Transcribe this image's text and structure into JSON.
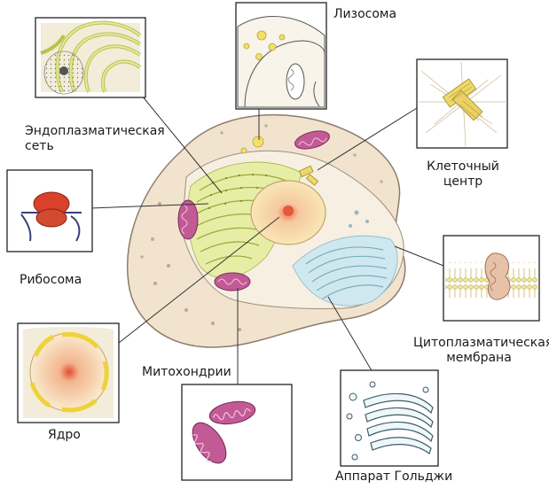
{
  "labels": {
    "lysosome": "Лизосома",
    "er_line1": "Эндоплазматическая",
    "er_line2": "сеть",
    "centrosome_line1": "Клеточный",
    "centrosome_line2": "центр",
    "ribosome": "Рибосома",
    "membrane_line1": "Цитоплазматическая",
    "membrane_line2": "мембрана",
    "mitochondria": "Митохондрии",
    "nucleus": "Ядро",
    "golgi": "Аппарат Гольджи"
  },
  "colors": {
    "cytoplasm": "#f2e3cf",
    "cell_outline": "#8b7d6b",
    "er": "#dfe89a",
    "nucleus": "#f4e0a6",
    "nucleolus": "#e25a3a",
    "golgi": "#bfe3ec",
    "mitochondria": "#c25a96",
    "ribosome": "#d9412a",
    "lysosome": "#f3df6a",
    "centrosome": "#f0d76a",
    "membrane_protein": "#e8c2a8"
  }
}
